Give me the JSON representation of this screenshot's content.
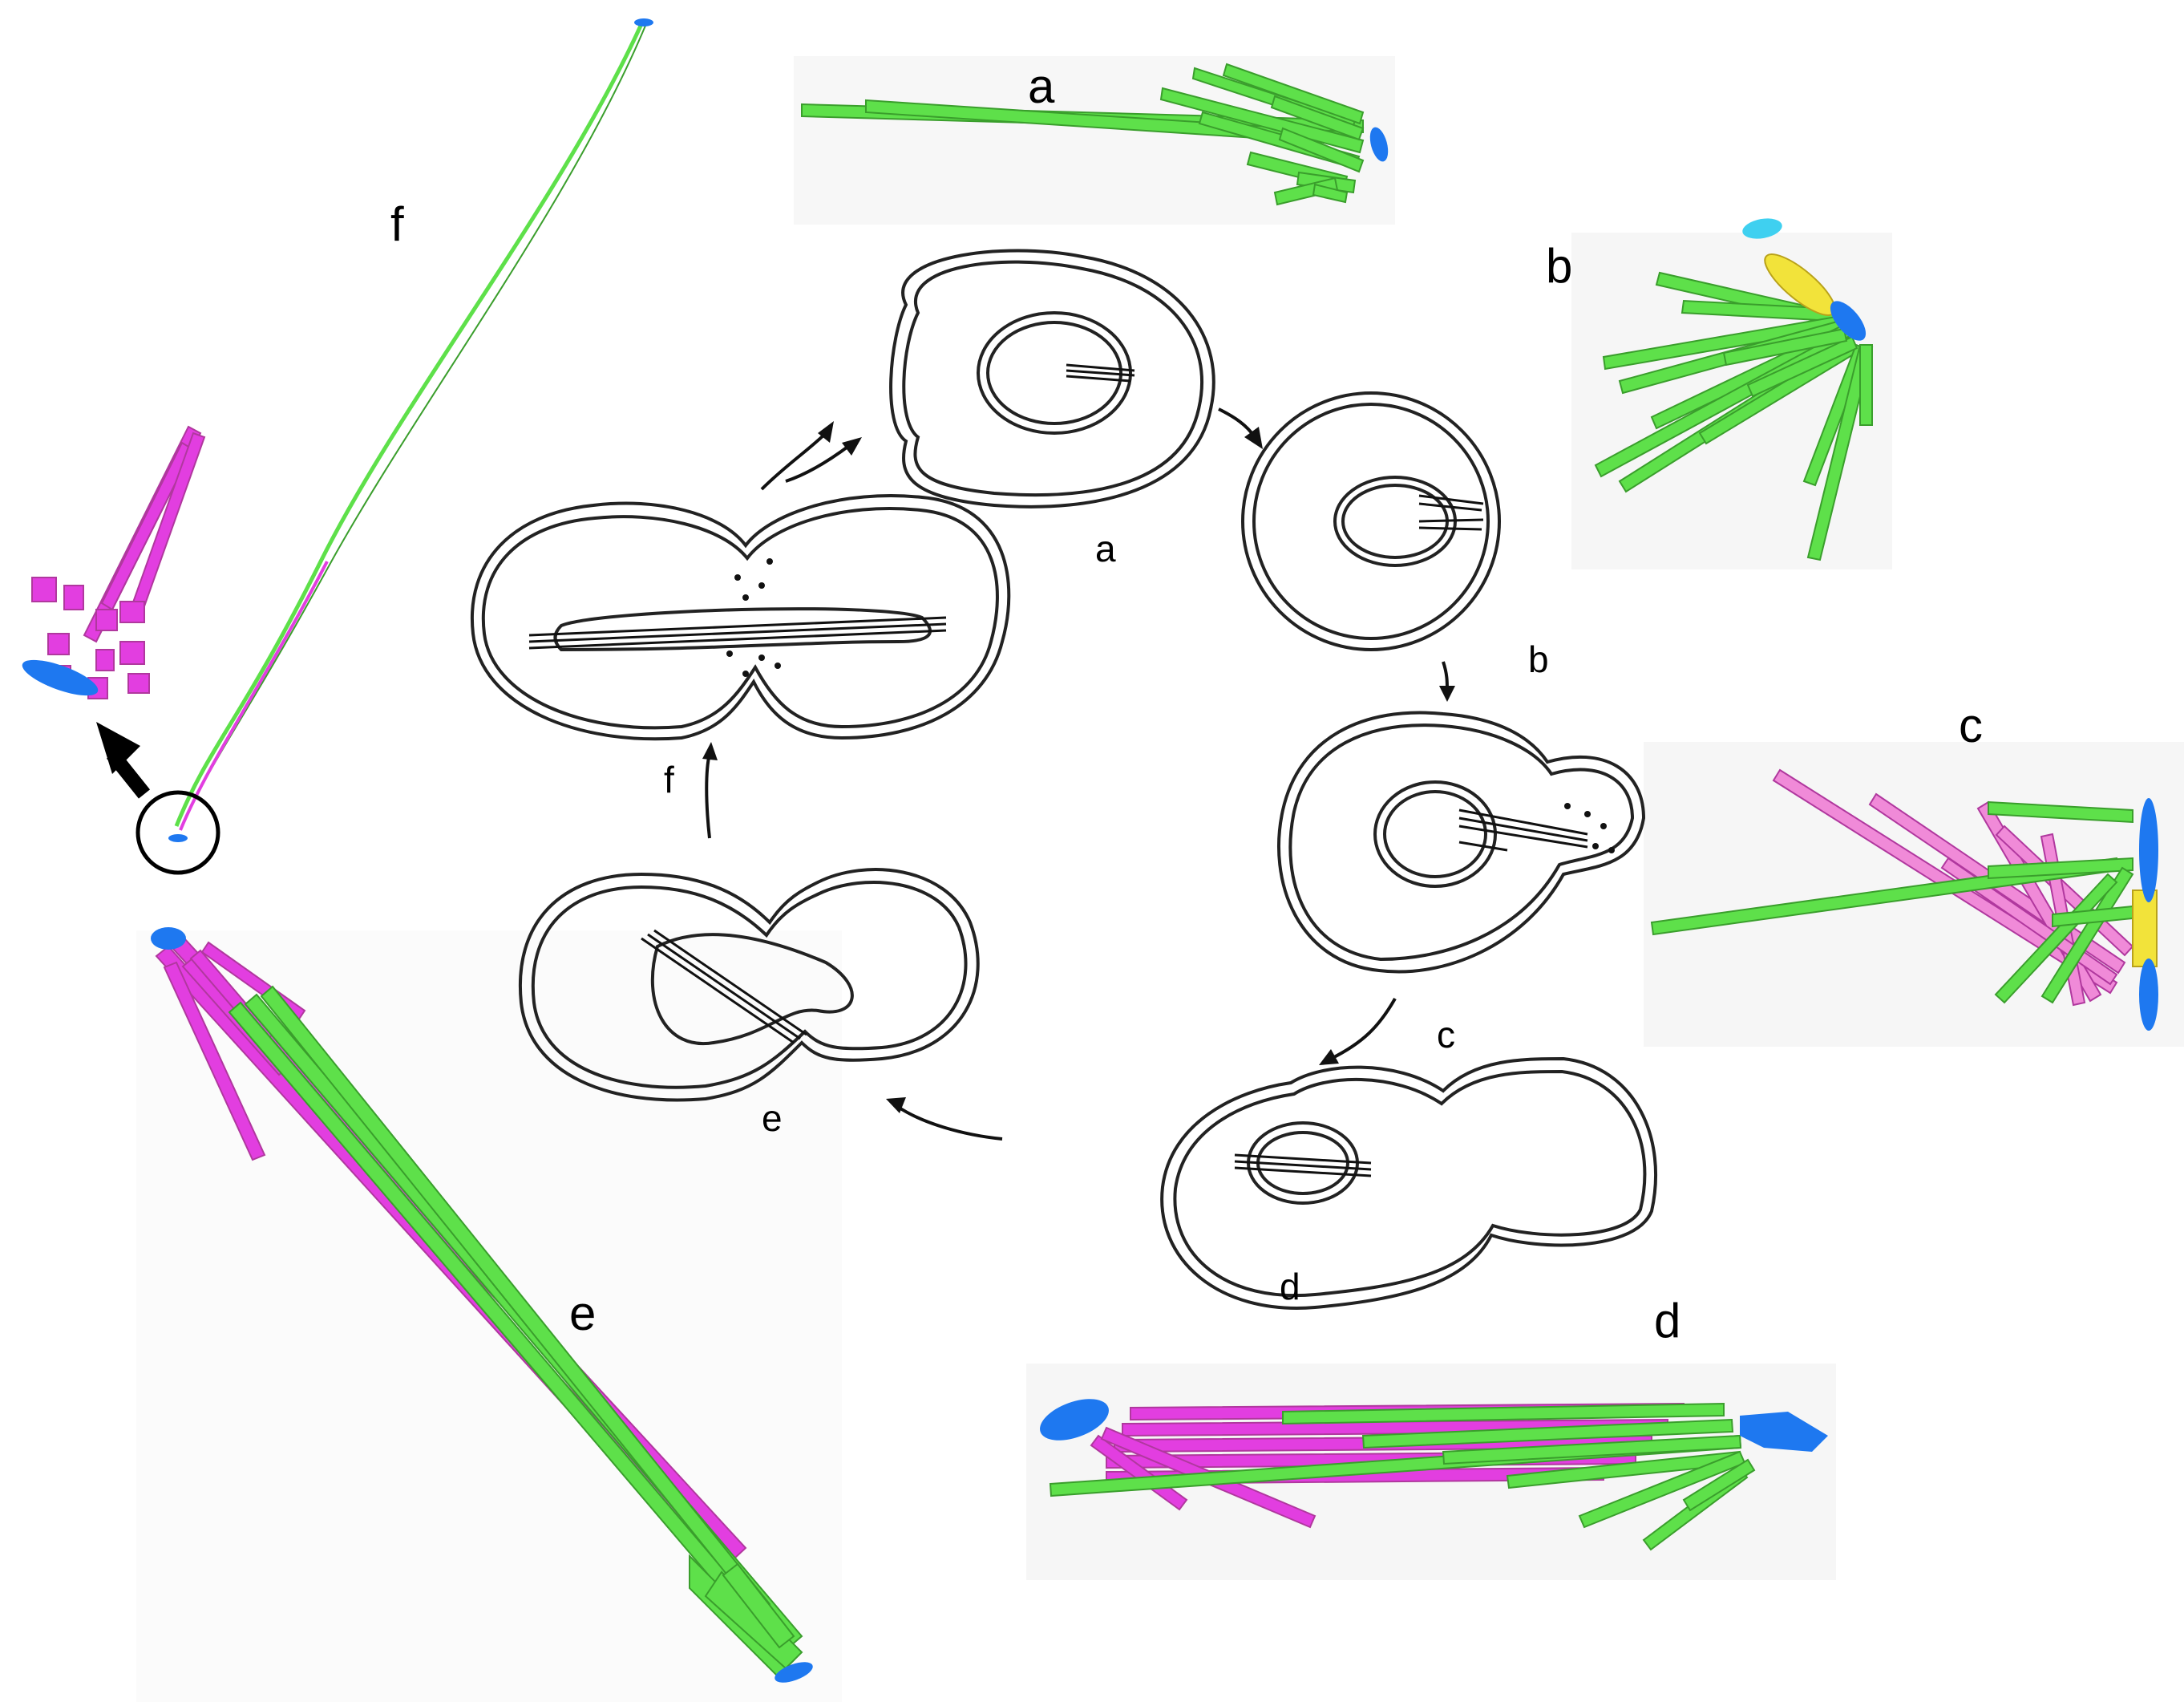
{
  "figure": {
    "panel_labels_3d": {
      "a": "a",
      "b": "b",
      "c": "c",
      "d": "d",
      "e": "e",
      "f": "f"
    },
    "cycle_labels": {
      "a": "a",
      "b": "b",
      "c": "c",
      "d": "d",
      "e": "e",
      "f": "f"
    },
    "colors": {
      "green_microtubule": "#5ee04a",
      "magenta_microtubule": "#e23ee0",
      "pink_microtubule": "#f08ad8",
      "spindle_pole_body": "#1e78f0",
      "yellow_structure": "#f2e33a",
      "cyan_structure": "#3fd0f0",
      "outline": "#222222"
    }
  }
}
